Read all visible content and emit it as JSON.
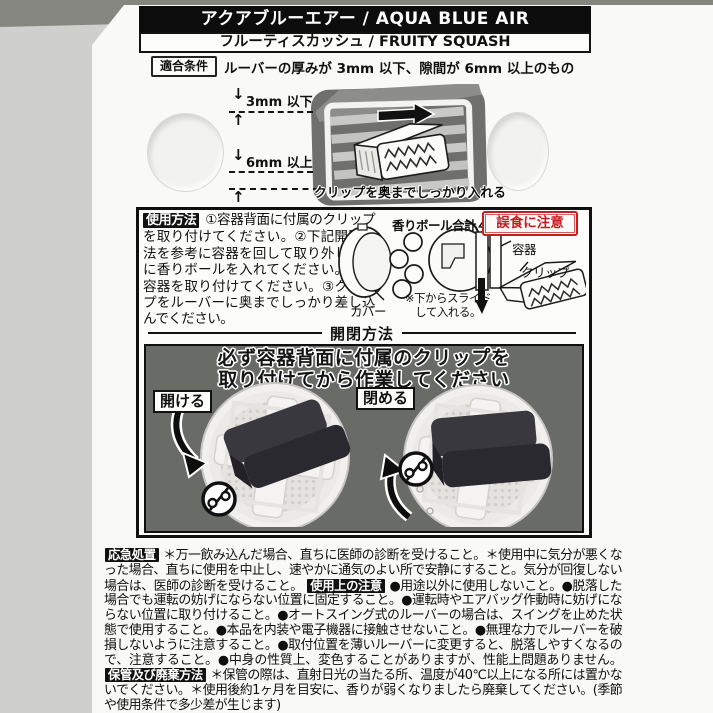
{
  "header": {
    "title": "アクアブルーエアー / AQUA BLUE AIR",
    "subtitle": "フルーティスカッシュ / FRUITY SQUASH"
  },
  "compat": {
    "label": "適合条件",
    "text": "ルーバーの厚みが 3mm 以下、隙間が 6mm 以上のもの"
  },
  "vent_diagram": {
    "thickness_label": "3mm 以下",
    "gap_label": "6mm 以上",
    "caption": "クリップを奥までしっかり入れる"
  },
  "icons": {
    "arrow_down": "↓",
    "arrow_up": "↑"
  },
  "usage": {
    "label": "使用方法",
    "text": "①容器背面に付属のクリップを取り付けてください。②下記開閉方法を参考に容器を回して取り外し、中に香りボールを入れてください。再び容器を取り付けてください。③クリップをルーバーに奥までしっかり差し込んでください。"
  },
  "assembly_diagram": {
    "balls_label": "香りボール合計４個",
    "warning": "誤食に注意",
    "cover_label": "カバー",
    "container_label": "容器",
    "clip_label": "クリップ",
    "slide_note": "※下からスライド\nして入れる。"
  },
  "open_close": {
    "title": "開閉方法",
    "warning_text": "必ず容器背面に付属のクリップを\n取り付けてから作業してください",
    "open_label": "開ける",
    "close_label": "閉める"
  },
  "notices": {
    "first_aid_label": "応急処置",
    "first_aid_text": "＊万一飲み込んだ場合、直ちに医師の診断を受けること。＊使用中に気分が悪くなった場合、直ちに使用を中止し、速やかに通気のよい所で安静にすること。気分が回復しない場合は、医師の診断を受けること。",
    "caution_label": "使用上の注意",
    "caution_text": "●用途以外に使用しないこと。●脱落した場合でも運転の妨げにならない位置に固定すること。●運転時やエアバッグ作動時に妨げにならない位置に取り付けること。●オートスイング式のルーバーの場合は、スイングを止めた状態で使用すること。●本品を内装や電子機器に接触させないこと。●無理な力でルーバーを破損しないように注意すること。●取付位置を薄いルーバーに変更すると、脱落しやすくなるので、注意すること。●中身の性質上、変色することがありますが、性能上問題ありません。",
    "storage_label": "保管及び廃棄方法",
    "storage_text": "＊保管の際は、直射日光の当たる所、温度が40℃以上になる所には置かないでください。＊使用後約1ヶ月を目安に、香りが弱くなりましたら廃棄してください。(季節や使用条件で多少差が生じます)"
  },
  "colors": {
    "warning_red": "#c41e1e",
    "panel_gray": "#696c66",
    "bar_black": "#0c0c0c"
  }
}
